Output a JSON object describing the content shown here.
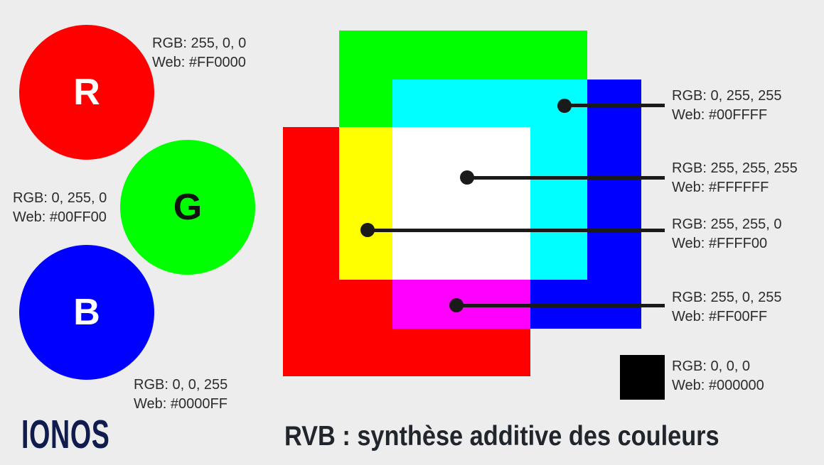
{
  "title": "RVB : synthèse additive des couleurs",
  "logo_text": "IONOS",
  "colors": {
    "background": "#EEEDEE",
    "red": "#FF0000",
    "green": "#00FF00",
    "blue": "#0000FF",
    "cyan": "#00FFFF",
    "magenta": "#FF00FF",
    "yellow": "#FFFF00",
    "white": "#FFFFFF",
    "black": "#000000",
    "label_text": "#2C2C2C",
    "title_text": "#20262C",
    "logo_navy": "#101C4D",
    "callout": "#1A1A1A"
  },
  "primaries": [
    {
      "name": "red",
      "letter": "R",
      "rgb_label": "RGB: 255, 0, 0",
      "web_label": "Web: #FF0000"
    },
    {
      "name": "green",
      "letter": "G",
      "rgb_label": "RGB: 0, 255, 0",
      "web_label": "Web: #00FF00"
    },
    {
      "name": "blue",
      "letter": "B",
      "rgb_label": "RGB: 0, 0, 255",
      "web_label": "Web: #0000FF"
    }
  ],
  "mixes": [
    {
      "name": "cyan",
      "rgb_label": "RGB: 0, 255, 255",
      "web_label": "Web: #00FFFF"
    },
    {
      "name": "white",
      "rgb_label": "RGB: 255, 255, 255",
      "web_label": "Web: #FFFFFF"
    },
    {
      "name": "yellow",
      "rgb_label": "RGB: 255, 255, 0",
      "web_label": "Web: #FFFF00"
    },
    {
      "name": "magenta",
      "rgb_label": "RGB: 255, 0, 255",
      "web_label": "Web: #FF00FF"
    },
    {
      "name": "black",
      "rgb_label": "RGB: 0, 0, 0",
      "web_label": "Web: #000000"
    }
  ]
}
